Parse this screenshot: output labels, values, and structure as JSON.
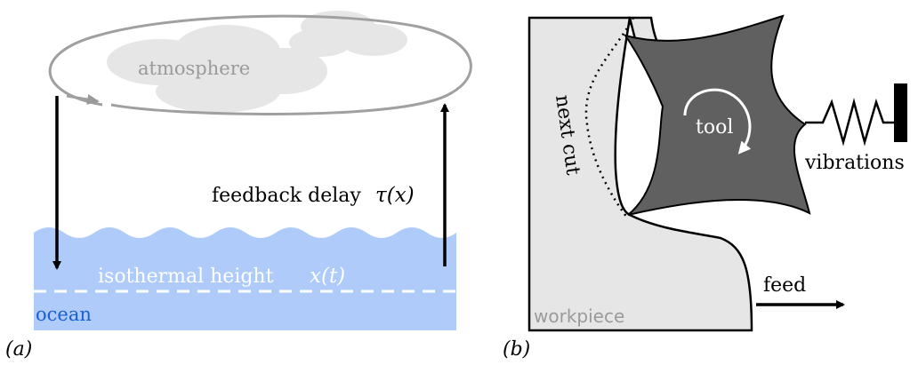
{
  "panel_a": {
    "label": "(a)",
    "atmosphere_label": "atmosphere",
    "feedback_label": "feedback delay",
    "feedback_symbol": "τ(x)",
    "isotherm_label": "isothermal height",
    "isotherm_symbol": "x(t)",
    "ocean_label": "ocean"
  },
  "panel_b": {
    "label": "(b)",
    "tool_label": "tool",
    "vibrations_label": "vibrations",
    "next_cut_label": "next cut",
    "feed_label": "feed",
    "workpiece_label": "workpiece"
  },
  "colors": {
    "ocean_fill": "#aecbfa",
    "ocean_text": "#1a5fcf",
    "cloud_fill": "#e6e6e6",
    "atmosphere_text": "#9a9a9a",
    "workpiece_fill": "#e6e6e6",
    "tool_fill": "#606060",
    "ink": "#000000"
  }
}
